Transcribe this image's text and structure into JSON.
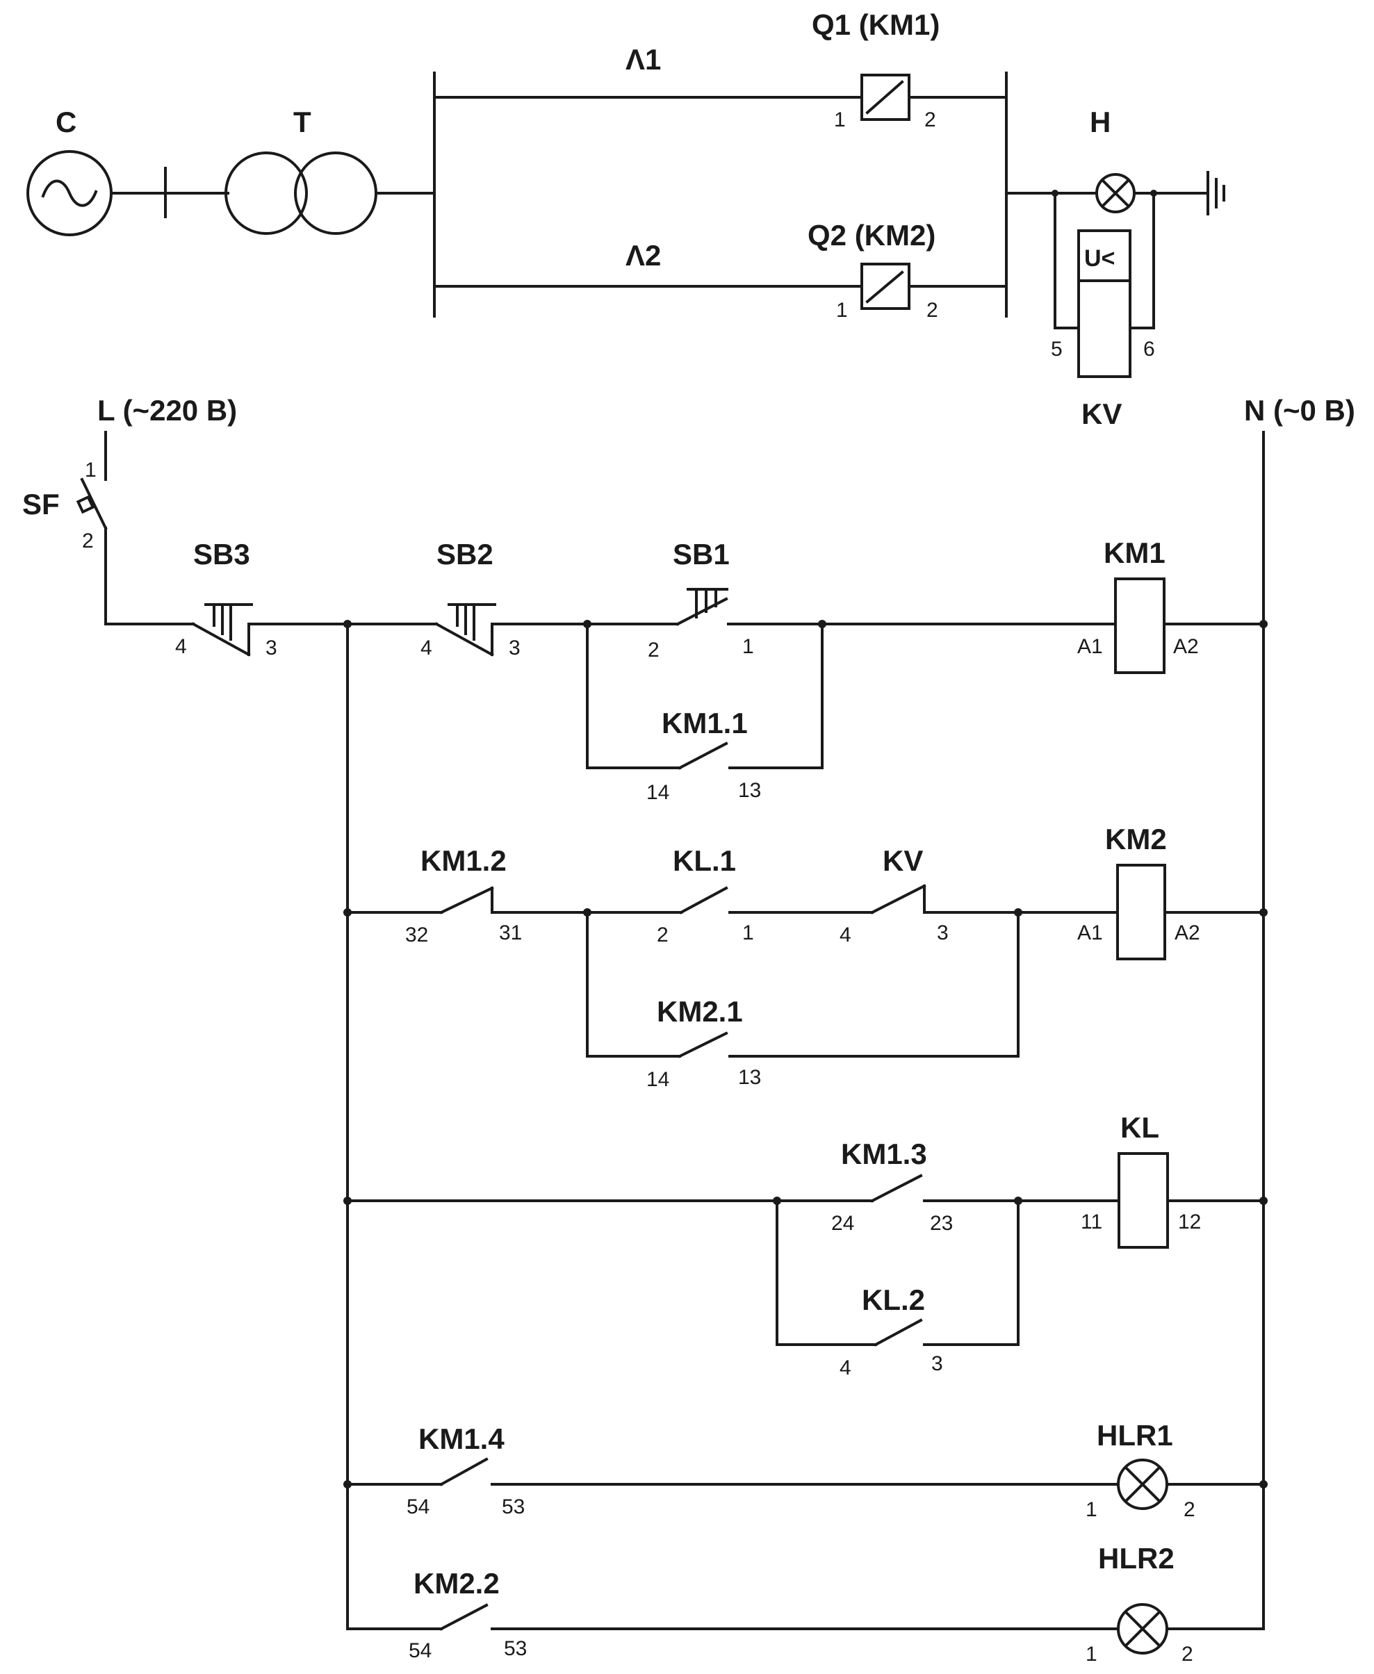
{
  "labels": {
    "source": "C",
    "transformer": "T",
    "line1": "Λ1",
    "line2": "Λ2",
    "q1": "Q1 (KM1)",
    "q2": "Q2 (KM2)",
    "lamp_h": "H",
    "relay_kv": "KV",
    "phase_l": "L (~220 В)",
    "neutral_n": "N (~0 В)",
    "sf": "SF",
    "sb3": "SB3",
    "sb2": "SB2",
    "sb1": "SB1",
    "km1_coil": "KM1",
    "km1_1": "KM1.1",
    "km1_2": "KM1.2",
    "kl_1": "KL.1",
    "kv_contact": "KV",
    "km2_coil": "KM2",
    "km2_1": "KM2.1",
    "kl_coil": "KL",
    "km1_3": "KM1.3",
    "kl_2": "KL.2",
    "km1_4": "KM1.4",
    "hlr1": "HLR1",
    "km2_2": "KM2.2",
    "hlr2": "HLR2",
    "uv_symbol": "U<"
  },
  "pins": {
    "q1_in": "1",
    "q1_out": "2",
    "q2_in": "1",
    "q2_out": "2",
    "kv_a": "5",
    "kv_b": "6",
    "sf_top": "1",
    "sf_bot": "2",
    "sb3_a": "4",
    "sb3_b": "3",
    "sb2_a": "4",
    "sb2_b": "3",
    "sb1_a": "2",
    "sb1_b": "1",
    "km1_a1": "A1",
    "km1_a2": "A2",
    "km1_1_a": "14",
    "km1_1_b": "13",
    "km1_2_a": "32",
    "km1_2_b": "31",
    "kl_1_a": "2",
    "kl_1_b": "1",
    "kv_c_a": "4",
    "kv_c_b": "3",
    "km2_a1": "A1",
    "km2_a2": "A2",
    "km2_1_a": "14",
    "km2_1_b": "13",
    "km1_3_a": "24",
    "km1_3_b": "23",
    "kl_a": "11",
    "kl_b": "12",
    "kl_2_a": "4",
    "kl_2_b": "3",
    "km1_4_a": "54",
    "km1_4_b": "53",
    "hlr1_a": "1",
    "hlr1_b": "2",
    "km2_2_a": "54",
    "km2_2_b": "53",
    "hlr2_a": "1",
    "hlr2_b": "2"
  },
  "colors": {
    "ink": "#1a1a1a",
    "paper": "#ffffff"
  }
}
